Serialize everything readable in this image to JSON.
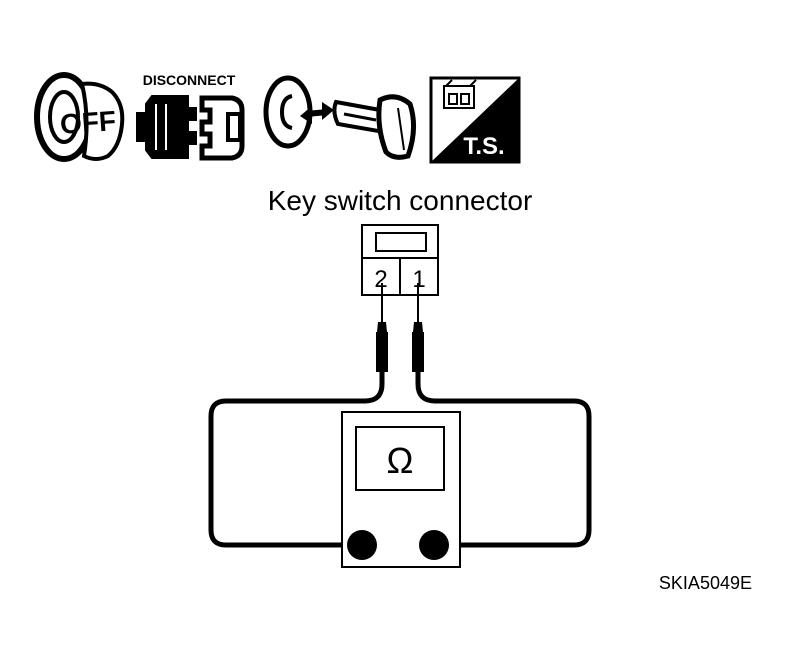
{
  "icons": {
    "ignition_off": {
      "icon": "ignition-off-icon",
      "text": "OFF"
    },
    "disconnect": {
      "icon": "disconnect-connector-icon",
      "text": "DISCONNECT"
    },
    "key_removal": {
      "icon": "key-removal-icon"
    },
    "test_symbol": {
      "icon": "test-symbol-icon",
      "text": "T.S."
    }
  },
  "connector": {
    "title": "Key switch connector",
    "terminals": [
      "2",
      "1"
    ]
  },
  "meter": {
    "symbol": "Ω",
    "icon": "ohmmeter-icon"
  },
  "figure_code": "SKIA5049E",
  "colors": {
    "ink": "#000000",
    "paper": "#ffffff"
  }
}
